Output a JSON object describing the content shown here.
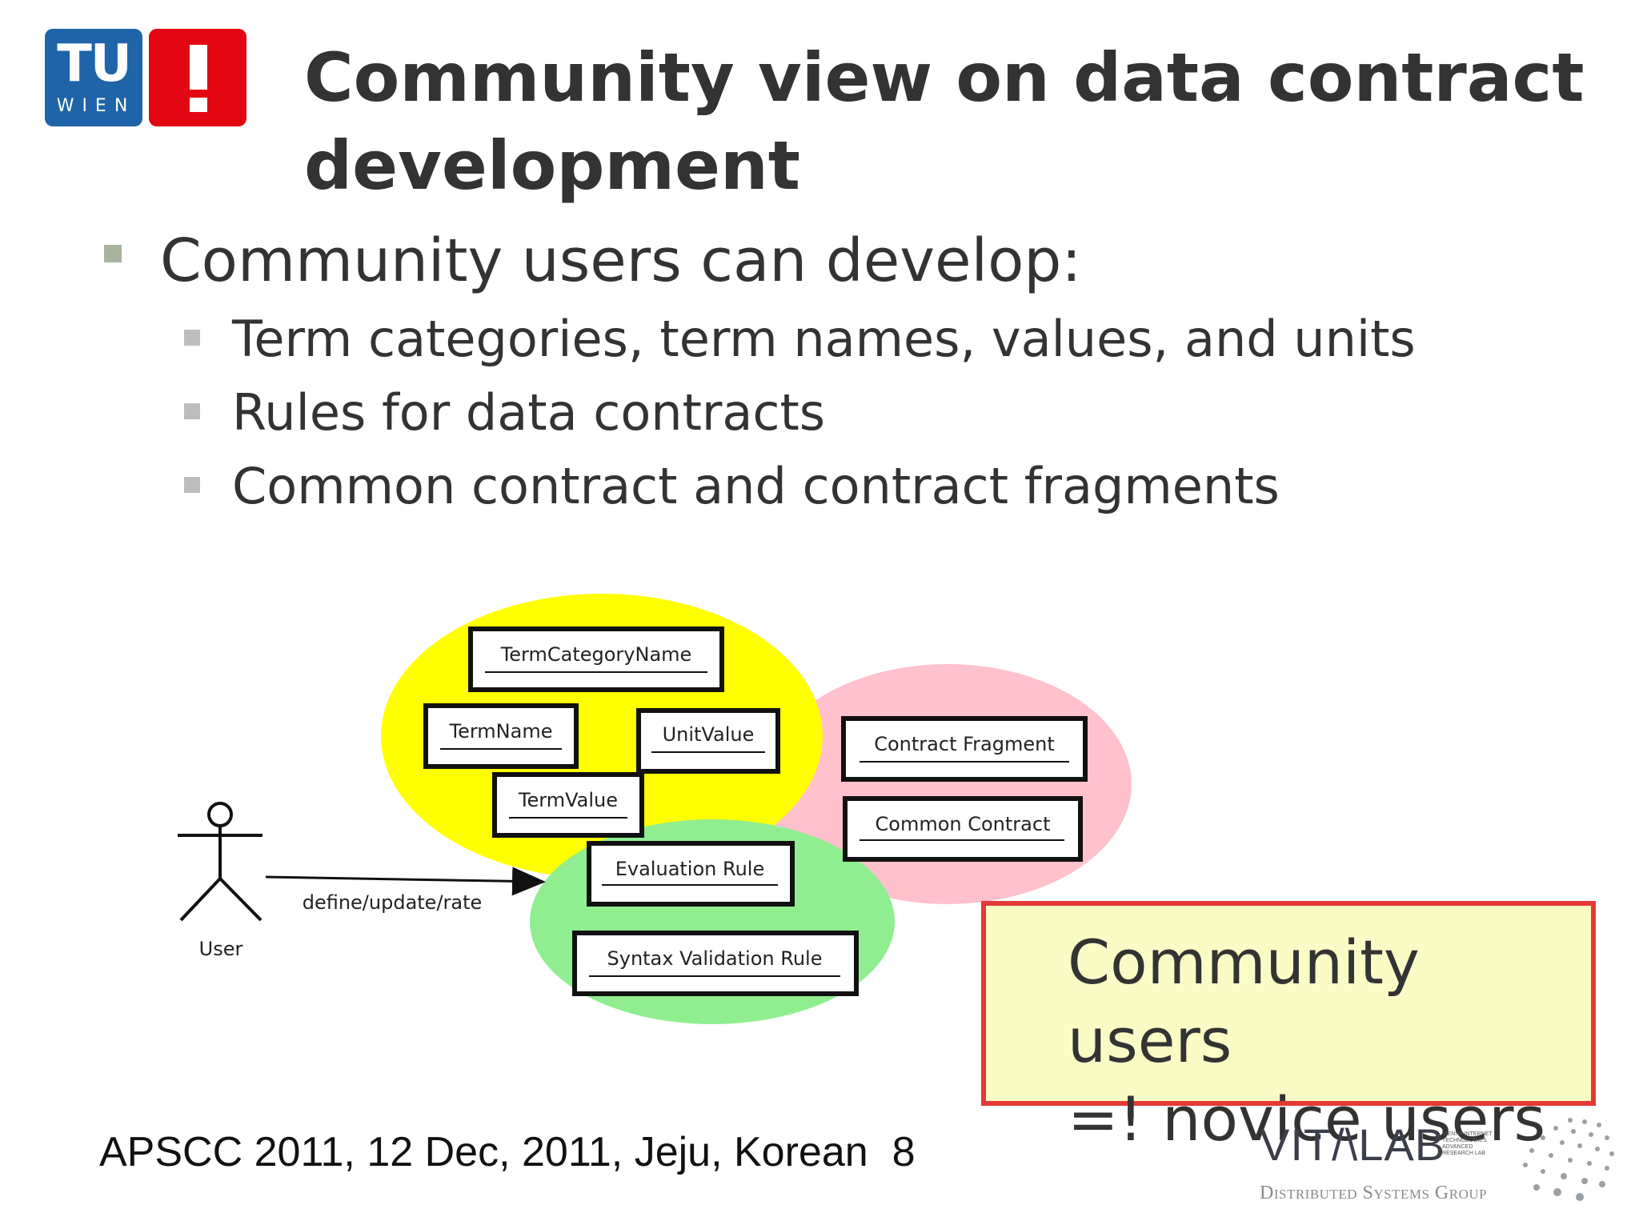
{
  "logo": {
    "tu_letters": "TU",
    "tu_wien": "WIEN",
    "colors": {
      "tu_blue": "#1f64a8",
      "bang_red": "#e30613"
    }
  },
  "title": "Community view on data contract development",
  "bullets": {
    "main": "Community users can develop:",
    "sub": [
      "Term categories, term names, values, and units",
      "Rules for data contracts",
      "Common contract and contract fragments"
    ]
  },
  "diagram": {
    "actor_label": "User",
    "arrow_label": "define/update/rate",
    "boxes": {
      "term_category_name": "TermCategoryName",
      "term_name": "TermName",
      "unit_value": "UnitValue",
      "term_value": "TermValue",
      "evaluation_rule": "Evaluation Rule",
      "syntax_validation_rule": "Syntax Validation Rule",
      "contract_fragment": "Contract Fragment",
      "common_contract": "Common Contract"
    },
    "colors": {
      "yellow": "#ffff00",
      "pink": "#ffc1cc",
      "green": "#90ee90"
    }
  },
  "callout": {
    "text": "Community users\n=! novice users",
    "border_color": "#e53935",
    "background": "#fbfbc6"
  },
  "footer": {
    "text": "APSCC 2011, 12 Dec, 2011, Jeju, Korean",
    "page": "8"
  },
  "vitalab": {
    "name": "VIT/\\LAB",
    "small": "VIENNA INTERNET\nTECHNOLOGIES\nADVANCED\nRESEARCH LAB",
    "group": "Distributed Systems Group"
  }
}
